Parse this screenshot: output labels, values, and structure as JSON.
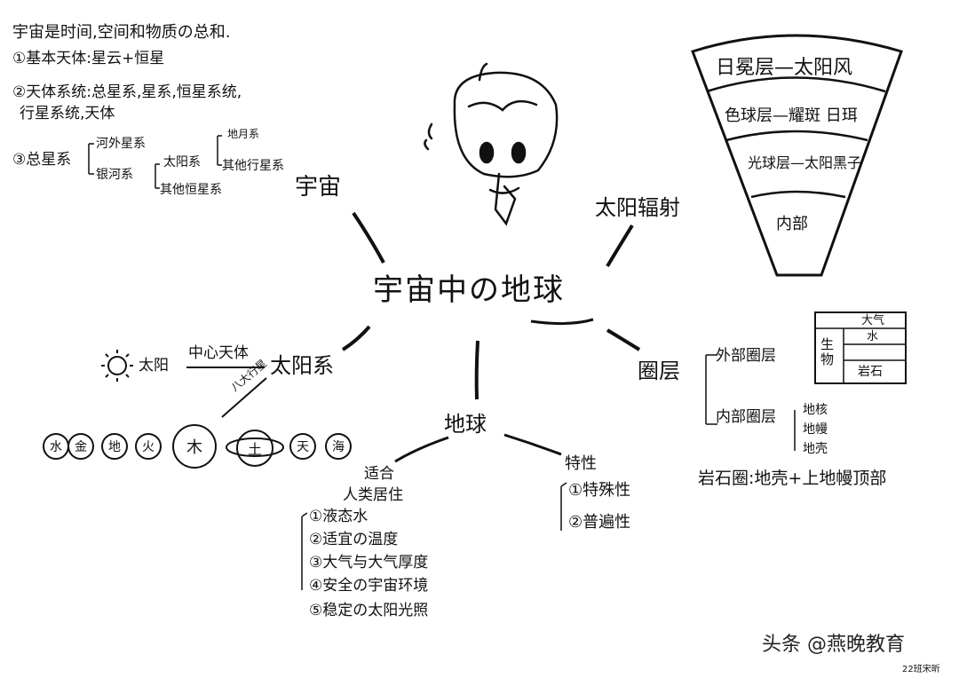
{
  "intro": {
    "line1": "宇宙是时间,空间和物质の总和.",
    "line2": "①基本天体:星云+恒星",
    "line3": "②天体系统:总星系,星系,恒星系统,",
    "line4": "行星系统,天体",
    "tree_label": "③总星系",
    "tree_a": "河外星系",
    "tree_b": "银河系",
    "tree_b1": "太阳系",
    "tree_b2": "其他恒星系",
    "tree_b1a": "地月系",
    "tree_b1b": "其他行星系"
  },
  "center": {
    "title": "宇宙中の地球"
  },
  "branches": {
    "universe": "宇宙",
    "radiation": "太阳辐射",
    "solar_system": "太阳系",
    "earth": "地球",
    "layers": "圈层"
  },
  "sun_layers": {
    "l1": "日冕层—太阳风",
    "l2": "色球层—耀斑 日珥",
    "l3": "光球层—太阳黑子",
    "l4": "内部"
  },
  "spheres": {
    "outer": "外部圈层",
    "inner": "内部圈层",
    "inner_items": [
      "地核",
      "地幔",
      "地壳"
    ],
    "box_bio": "生物",
    "box_air": "大气",
    "box_water": "水",
    "box_rock": "岩石",
    "lithosphere": "岩石圈:地壳+上地幔顶部"
  },
  "solar": {
    "sun": "太阳",
    "center_body": "中心天体",
    "planet_label": "八大行星",
    "planets": [
      "水",
      "金",
      "地",
      "火",
      "木",
      "土",
      "天",
      "海"
    ]
  },
  "habitable": {
    "head1": "适合",
    "head2": "人类居住",
    "items": [
      "①液态水",
      "②适宜の温度",
      "③大气与大气厚度",
      "④安全の宇宙环境",
      "⑤稳定の太阳光照"
    ]
  },
  "features": {
    "head": "特性",
    "items": [
      "①特殊性",
      "②普遍性"
    ]
  },
  "footer": {
    "watermark": "头条 @燕晚教育",
    "signature": "22班宋昕"
  }
}
